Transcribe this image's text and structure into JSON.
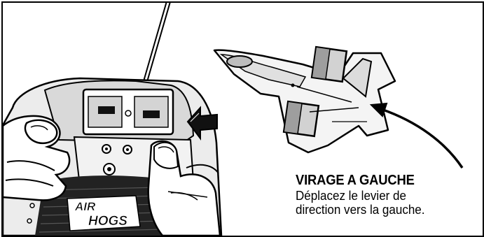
{
  "illustration": {
    "controller_logo": "AIR HOGS",
    "arrow_icon": "arrow-left-icon"
  },
  "caption": {
    "title": "VIRAGE A GAUCHE",
    "line1": "Déplacez le levier de",
    "line2": "direction vers la gauche."
  }
}
